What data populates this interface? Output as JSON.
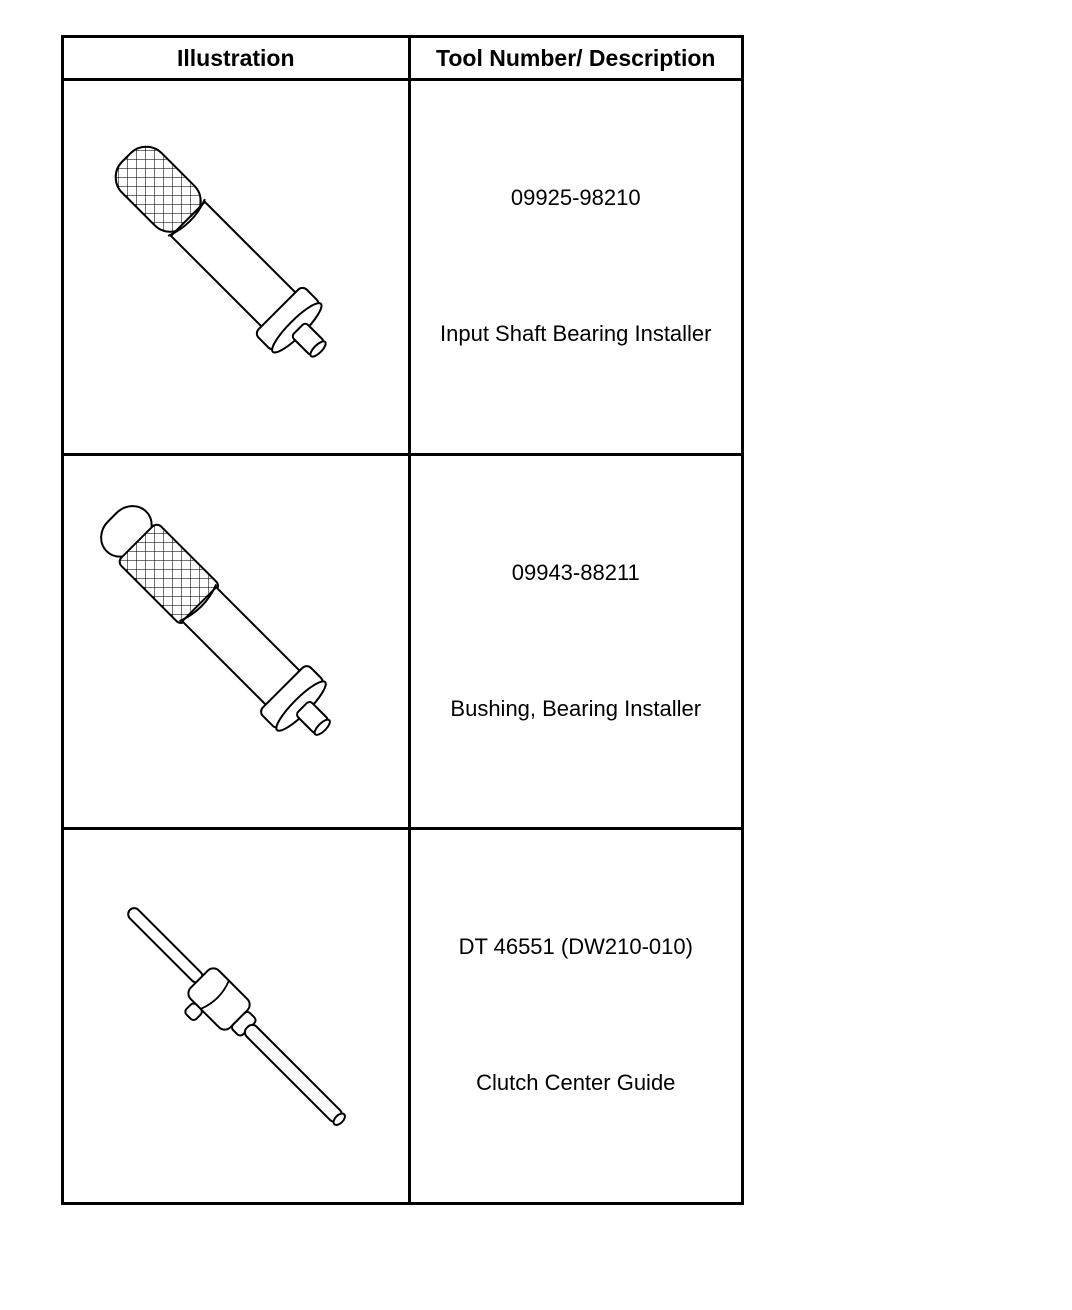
{
  "table": {
    "header": {
      "illustration": "Illustration",
      "description": "Tool Number/ Description"
    },
    "rows": [
      {
        "icon": "bearing-installer-illustration",
        "tool_number": "09925-98210",
        "description": "Input Shaft Bearing Installer"
      },
      {
        "icon": "bushing-bearing-installer-illustration",
        "tool_number": "09943-88211",
        "description": "Bushing, Bearing Installer"
      },
      {
        "icon": "clutch-center-guide-illustration",
        "tool_number": "DT 46551 (DW210-010)",
        "description": "Clutch Center Guide"
      }
    ]
  }
}
